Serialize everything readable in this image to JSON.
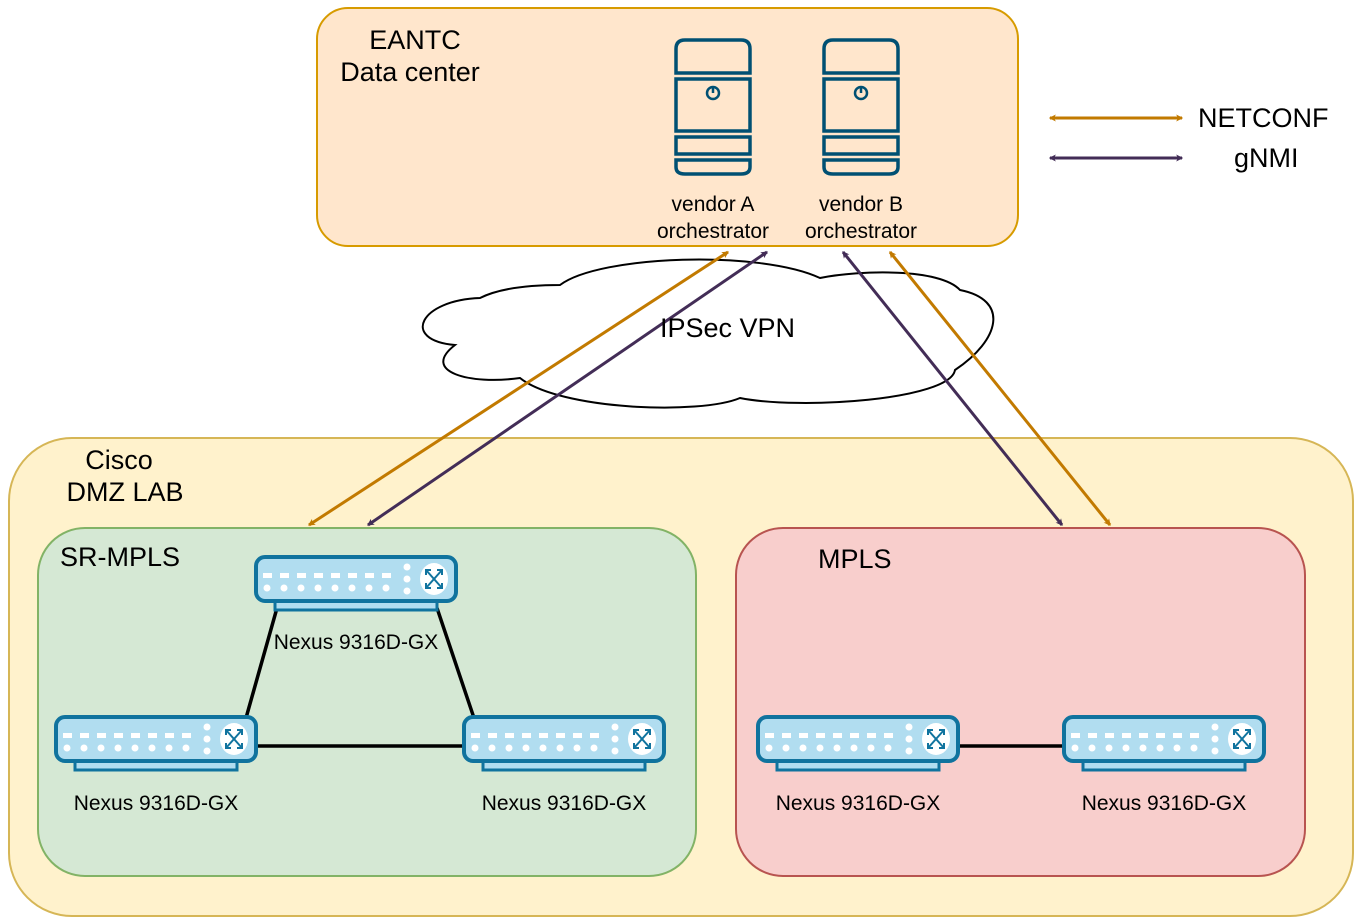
{
  "groups": {
    "eantc": {
      "title_line1": "EANTC",
      "title_line2": "Data center"
    },
    "cisco": {
      "title_line1": "Cisco",
      "title_line2": "DMZ LAB"
    },
    "sr_mpls": {
      "title": "SR-MPLS"
    },
    "mpls": {
      "title": "MPLS"
    }
  },
  "orchestrators": [
    {
      "line1": "vendor A",
      "line2": "orchestrator"
    },
    {
      "line1": "vendor B",
      "line2": "orchestrator"
    }
  ],
  "cloud": {
    "label": "IPSec VPN"
  },
  "switches": [
    {
      "label": "Nexus 9316D-GX"
    },
    {
      "label": "Nexus 9316D-GX"
    },
    {
      "label": "Nexus 9316D-GX"
    },
    {
      "label": "Nexus 9316D-GX"
    },
    {
      "label": "Nexus 9316D-GX"
    }
  ],
  "legend": [
    {
      "label": "NETCONF",
      "color": "#c27a00"
    },
    {
      "label": "gNMI",
      "color": "#432d57"
    }
  ],
  "colors": {
    "netconf": "#c27a00",
    "gnmi": "#432d57",
    "device_stroke": "#10739e",
    "device_fill": "#b1ddf0",
    "server_stroke": "#005073"
  }
}
